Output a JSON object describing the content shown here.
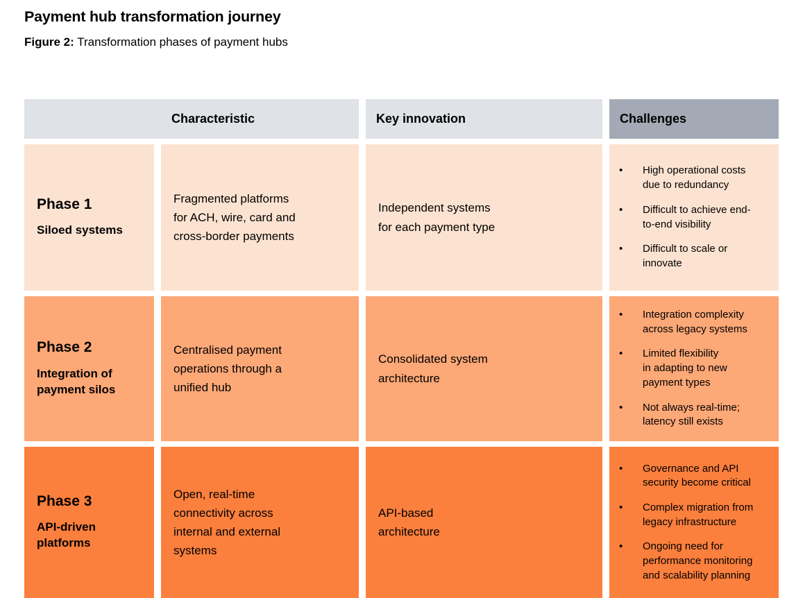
{
  "figure": {
    "title": "Payment hub transformation journey",
    "caption_label": "Figure 2:",
    "caption_text": " Transformation phases of payment hubs"
  },
  "colors": {
    "header_gray": "#dfe2e6",
    "header_gray_dark": "#a3aab5",
    "phase1_bg": "#fce3d1",
    "phase2_bg": "#fda877",
    "phase3_bg": "#fb7f3d",
    "page_bg": "#ffffff",
    "text": "#000000"
  },
  "table": {
    "headers": {
      "phase": "",
      "characteristic": "Characteristic",
      "key_innovation": "Key innovation",
      "challenges": "Challenges"
    },
    "bullet_glyph": "•",
    "rows": [
      {
        "phase_name": "Phase 1",
        "phase_subtitle": "Siloed systems",
        "characteristic": "Fragmented platforms\nfor ACH, wire, card and\ncross-border payments",
        "key_innovation": "Independent systems\nfor each payment type",
        "challenges": [
          "High operational costs\ndue to redundancy",
          "Difficult to achieve end-\nto-end visibility",
          "Difficult to scale or\ninnovate"
        ]
      },
      {
        "phase_name": "Phase 2",
        "phase_subtitle": "Integration of\npayment silos",
        "characteristic": "Centralised payment\noperations through a\nunified hub",
        "key_innovation": "Consolidated system\narchitecture",
        "challenges": [
          "Integration complexity\nacross legacy systems",
          "Limited flexibility\nin adapting to new\npayment types",
          "Not always real-time;\nlatency still exists"
        ]
      },
      {
        "phase_name": "Phase 3",
        "phase_subtitle": "API-driven\nplatforms",
        "characteristic": "Open, real-time\nconnectivity across\ninternal and external\nsystems",
        "key_innovation": "API-based\narchitecture",
        "challenges": [
          "Governance and API\nsecurity become critical",
          "Complex migration from\nlegacy infrastructure",
          "Ongoing need for\nperformance monitoring\nand scalability planning"
        ]
      }
    ]
  }
}
